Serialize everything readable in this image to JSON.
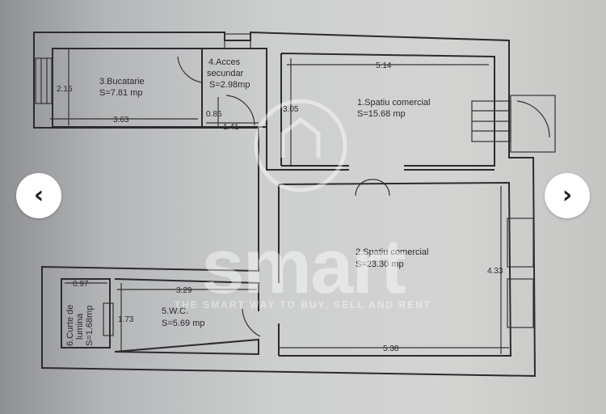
{
  "carousel": {
    "prev_icon": "chevron-left-icon",
    "next_icon": "chevron-right-icon",
    "prev_glyph": "‹",
    "next_glyph": "›"
  },
  "watermark": {
    "logo": "smart",
    "tagline": "THE SMART WAY TO BUY, SELL AND RENT"
  },
  "floor_plan": {
    "rooms": [
      {
        "name": "1.Spatiu comercial",
        "area": "S=15.68 mp"
      },
      {
        "name": "2.Spatiu comercial",
        "area": "S=23.30 mp"
      },
      {
        "name": "3.Bucatarie",
        "area": "S=7.81 mp"
      },
      {
        "name": "4.Acces",
        "name2": "secundar",
        "area": "S=2.98mp"
      },
      {
        "name": "5.W.C.",
        "area": "S=5.69 mp"
      },
      {
        "name": "6.Curte de",
        "name2": "lumina",
        "area": "S=1.68mp"
      }
    ],
    "dimensions": {
      "kitchen_height": "2.15",
      "kitchen_width": "3.63",
      "access_small": "0.86",
      "access_width": "1.41",
      "room1_width": "5.14",
      "room1_height": "3.05",
      "room2_height": "4.33",
      "room2_width": "5.38",
      "wc_width": "3.29",
      "wc_height": "1.73",
      "court_width": "0.97"
    }
  }
}
